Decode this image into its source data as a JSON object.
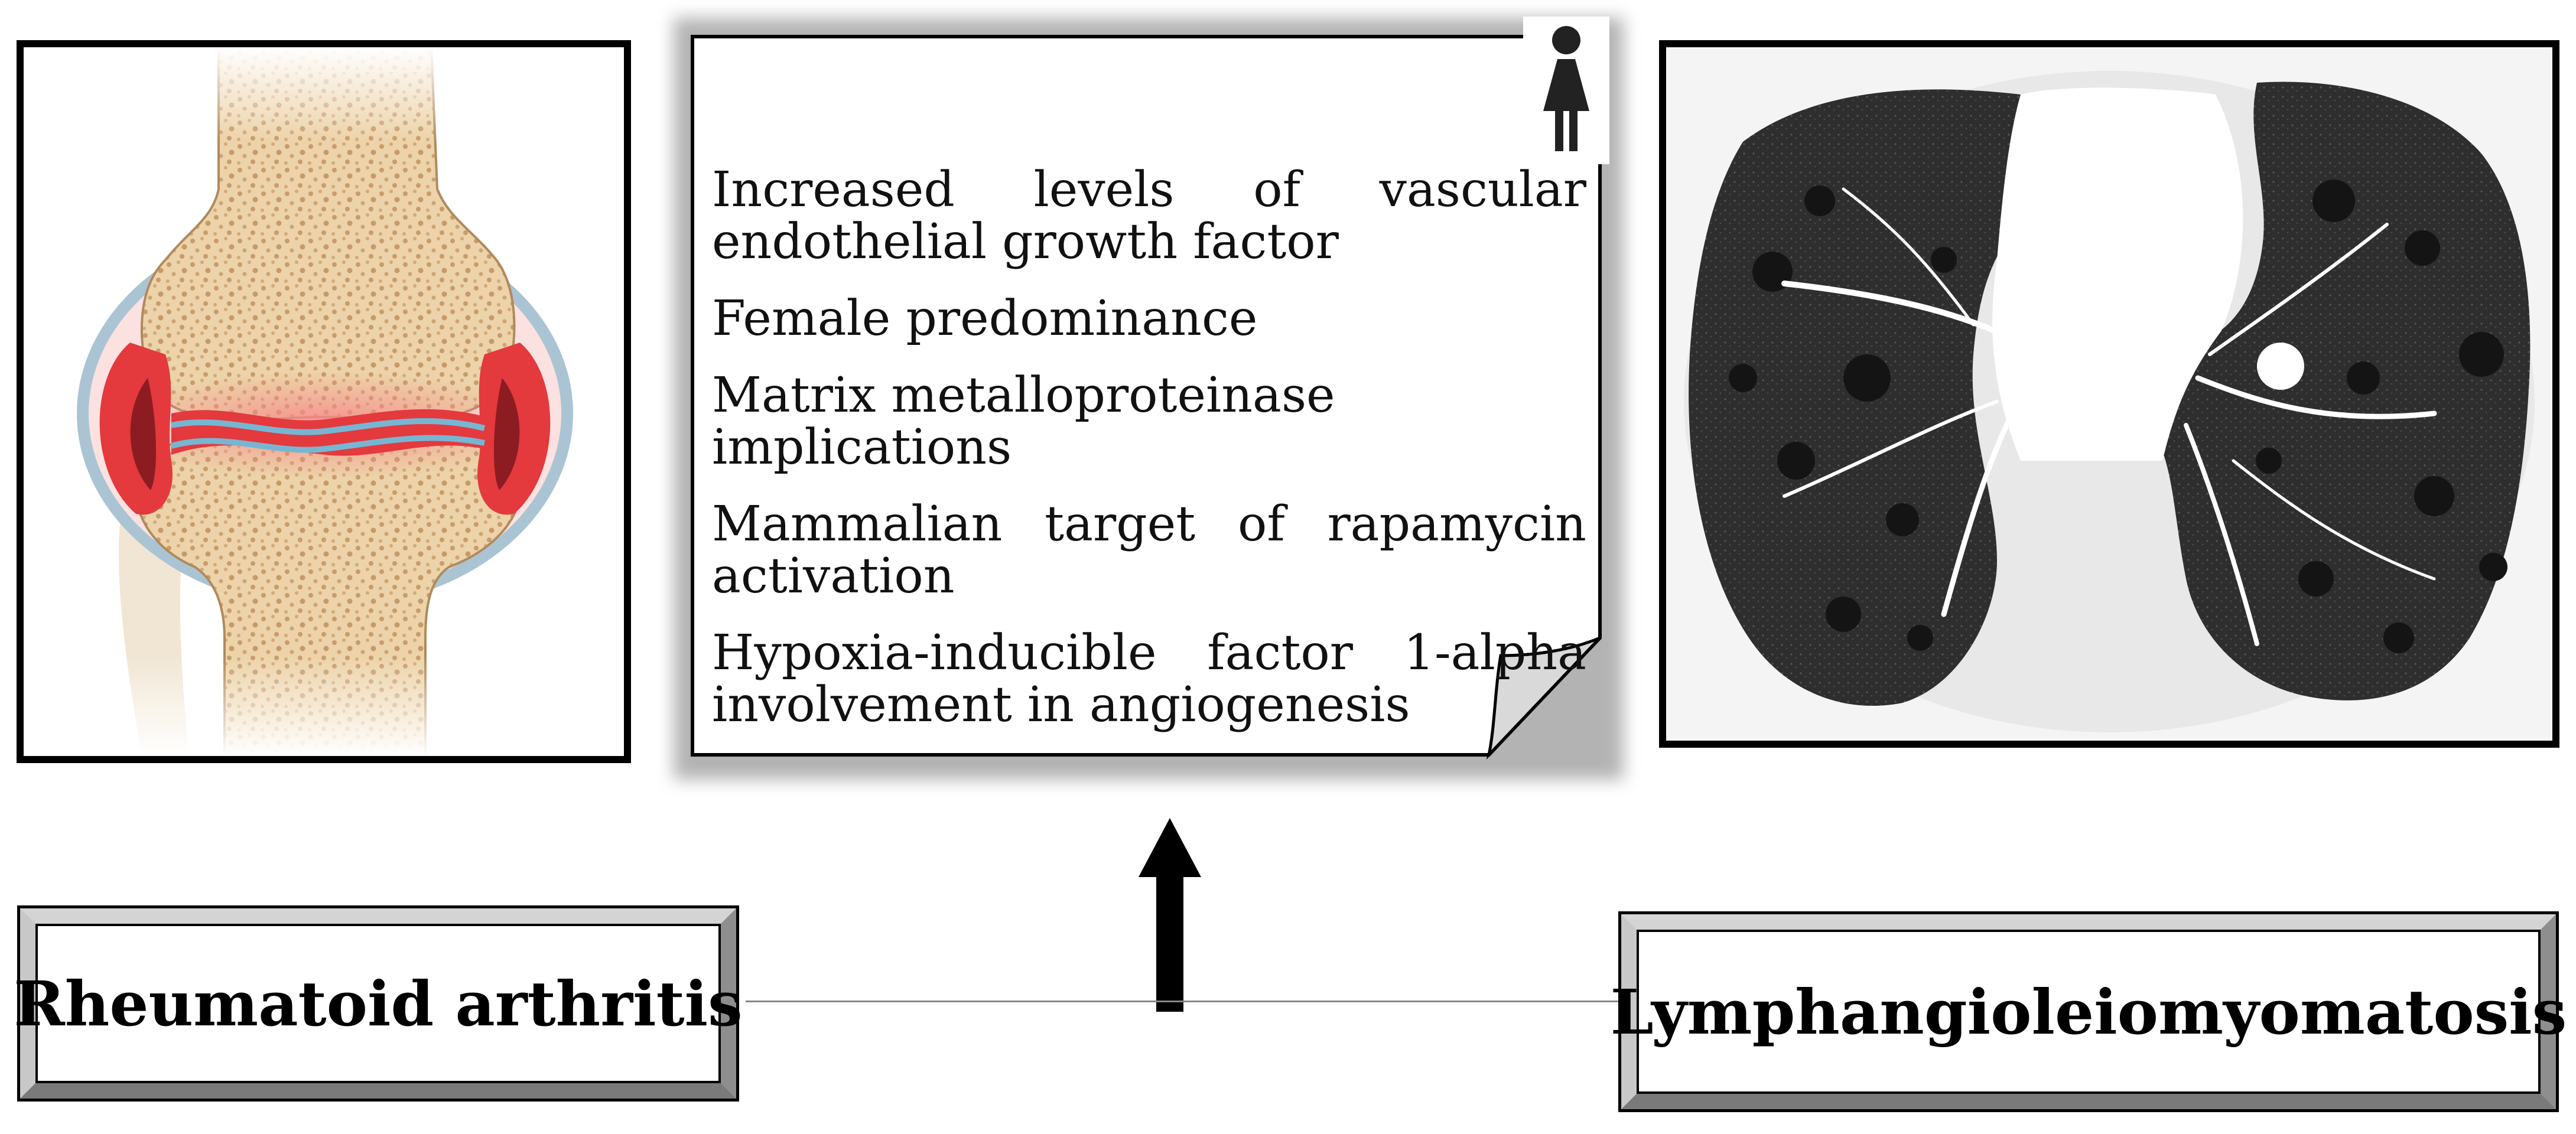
{
  "left_label": "Rheumatoid arthritis",
  "right_label": "Lymphangioleiomyomatosis",
  "note": {
    "items": [
      "Increased levels of vascular endothelial growth factor",
      "Female predominance",
      "Matrix metalloproteinase  implications",
      "Mammalian target of rapamycin activation",
      "Hypoxia-inducible factor 1-alpha involvement in angiogenesis"
    ]
  },
  "colors": {
    "bone": "#ecd3a9",
    "bone_speckle": "#c79a67",
    "synovium": "#e4393d",
    "synovium_glow": "#f7898a",
    "capsule": "#aac4d4",
    "cartilage": "#77b6d2",
    "lung_tissue": "#2b2b2b",
    "vessels": "#ffffff",
    "arrow": "#000000"
  },
  "icons": [
    "female-icon",
    "up-arrow-icon"
  ]
}
